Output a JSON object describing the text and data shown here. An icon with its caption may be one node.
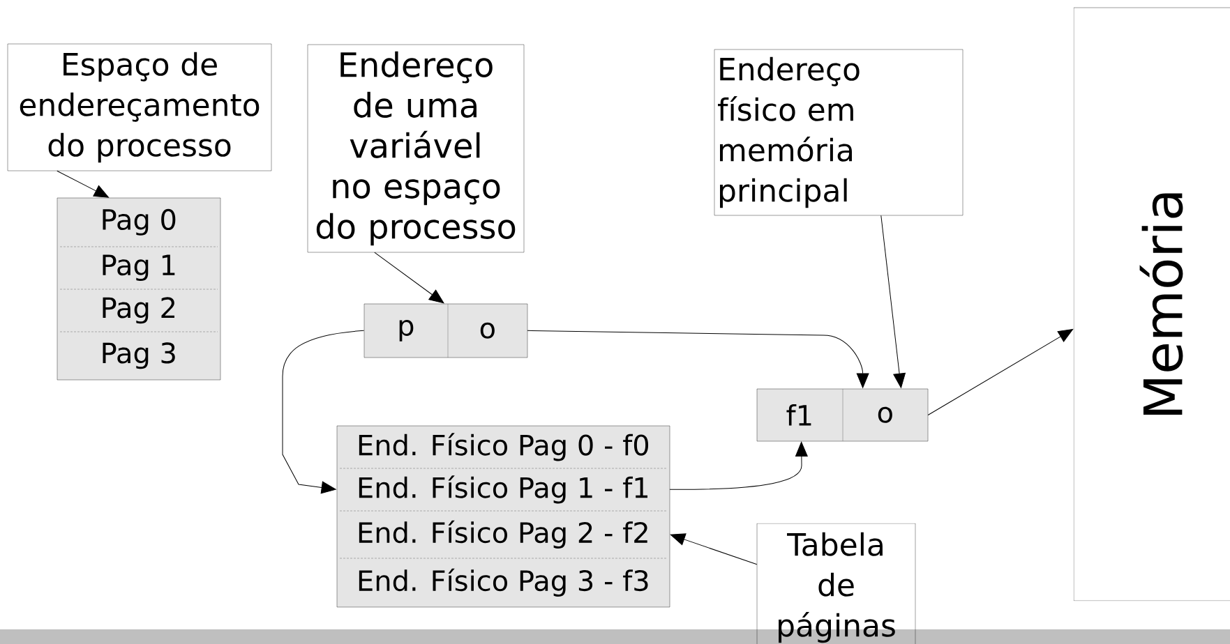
{
  "diagram": {
    "nodes": [
      {
        "text": [
          "Espaço de endereçamento do processo"
        ]
      },
      {
        "text": [],
        "shape": "box"
      },
      {
        "text": [
          "Pag 0"
        ],
        "in": 1
      },
      {
        "text": [
          "Pag 1"
        ],
        "in": 1
      },
      {
        "text": [
          "Pag 2"
        ],
        "in": 1
      },
      {
        "text": [
          "Pag 3"
        ],
        "in": 1
      },
      {
        "text": [
          "Endereço de uma variável no espaço do processo"
        ]
      },
      {
        "text": [],
        "shape": "box"
      },
      {
        "text": [
          "p"
        ],
        "in": 7
      },
      {
        "text": [
          "o"
        ],
        "in": 7
      },
      {
        "text": [
          "Endereço físico em memória principal"
        ]
      },
      {
        "text": [],
        "shape": "box"
      },
      {
        "text": [
          "f1"
        ],
        "in": 11
      },
      {
        "text": [
          "o"
        ],
        "in": 11
      },
      {
        "text": [],
        "shape": "box"
      },
      {
        "text": [
          "End. Físico Pag 0 - f0"
        ],
        "in": 14
      },
      {
        "text": [
          "End. Físico Pag 1 - f1"
        ],
        "in": 14
      },
      {
        "text": [
          "End. Físico Pag 2 - f2"
        ],
        "in": 14
      },
      {
        "text": [
          "End. Físico Pag 3 - f3"
        ],
        "in": 14
      },
      {
        "text": [
          "Tabela de páginas"
        ]
      },
      {
        "text": [
          "Memória"
        ]
      }
    ],
    "edges": [
      {
        "from": 0,
        "to": 1,
        "arrow": "to"
      },
      {
        "from": 6,
        "to": 8,
        "arrow": "to"
      },
      {
        "from": 10,
        "to": 13,
        "arrow": "to"
      },
      {
        "from": 9,
        "to": 13,
        "arrow": "to"
      },
      {
        "from": 8,
        "to": 16,
        "arrow": "to"
      },
      {
        "from": 16,
        "to": 12,
        "arrow": "to"
      },
      {
        "from": 19,
        "to": 17,
        "arrow": "to"
      },
      {
        "from": 11,
        "to": 20,
        "arrow": "to"
      }
    ]
  }
}
